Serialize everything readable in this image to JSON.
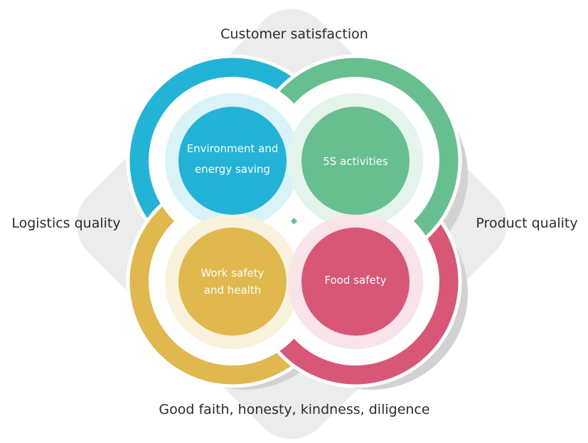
{
  "labels": {
    "top": "Customer satisfaction",
    "left": "Logistics quality",
    "right": "Product quality",
    "bottom": "Good faith, honesty, kindness, diligence"
  },
  "circles": {
    "top_left": {
      "line1": "Environment and",
      "line2": "energy saving",
      "color": "#22b3d6",
      "halo": "#d5f0f7"
    },
    "top_right": {
      "line1": "5S activities",
      "color": "#67bf8f",
      "halo": "#dff2e7"
    },
    "bottom_left": {
      "line1": "Work safety",
      "line2": "and health",
      "color": "#e0b84d",
      "halo": "#f8efd4"
    },
    "bottom_right": {
      "line1": "Food safety",
      "color": "#d95776",
      "halo": "#f8dfe5"
    }
  },
  "colors": {
    "backdrop": "#ececec",
    "text": "#2b2b2b"
  }
}
